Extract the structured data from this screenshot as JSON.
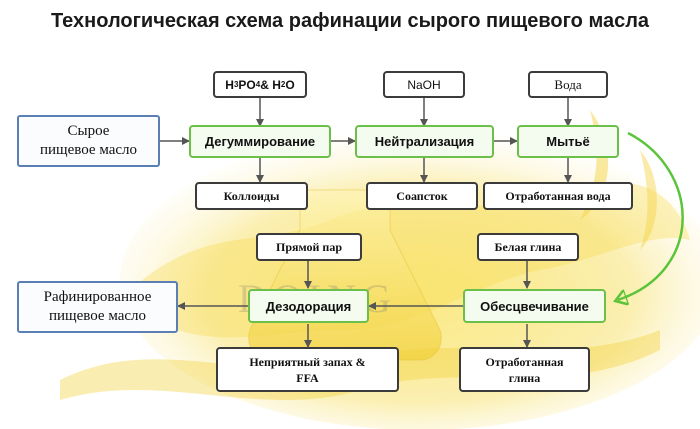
{
  "title": "Технологическая схема рафинации сырого пищевого масла",
  "inputs": {
    "acids": {
      "main": "H",
      "sub1": "3",
      "mid1": "PO",
      "sub2": "4",
      "mid2": " & H",
      "sub3": "2",
      "end": "O"
    },
    "naoh": "NaOH",
    "water": "Вода",
    "steam": "Прямой пар",
    "clay": "Белая глина"
  },
  "source": {
    "line1": "Сырое",
    "line2": "пищевое масло"
  },
  "product": {
    "line1": "Рафинированное",
    "line2": "пищевое масло"
  },
  "processes": {
    "degum": "Дегуммирование",
    "neutral": "Нейтрализация",
    "wash": "Мытьё",
    "bleach": "Обесцвечивание",
    "deodor": "Дезодорация"
  },
  "outputs": {
    "colloids": "Коллоиды",
    "soapstock": "Соапсток",
    "wastewater": "Отработанная вода",
    "odor": {
      "line1": "Неприятный запах &",
      "line2": "FFA"
    },
    "spentclay": {
      "line1": "Отработанная",
      "line2": "глина"
    }
  },
  "watermark": "DOING",
  "colors": {
    "process_border": "#6cc04a",
    "product_border": "#5b7fb5",
    "box_border": "#3b3b3b",
    "arrow": "#555555",
    "oil": "#f2d64a",
    "curve_arrow": "#5cc43a"
  }
}
